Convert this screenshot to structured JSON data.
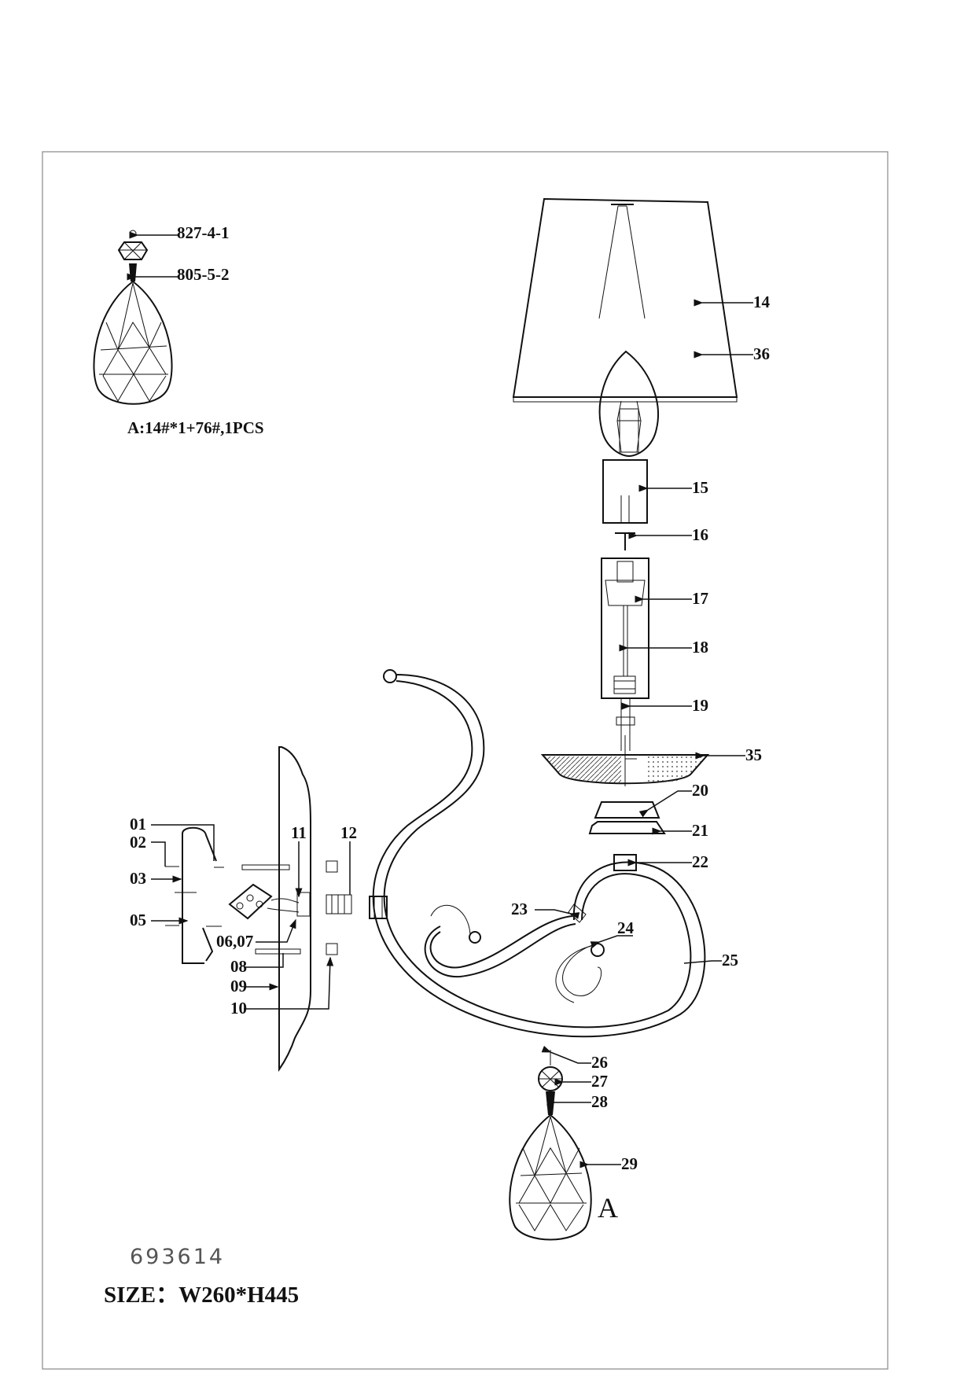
{
  "header": {
    "model_number": "693614"
  },
  "footer": {
    "size_label": "SIZE：",
    "size_value": "W260*H445"
  },
  "detail_a": {
    "part_top": "827-4-1",
    "part_bottom": "805-5-2",
    "note": "A:14#*1+76#,1PCS",
    "marker": "A"
  },
  "callouts": {
    "c01": "01",
    "c02": "02",
    "c03": "03",
    "c05": "05",
    "c0607": "06,07",
    "c08": "08",
    "c09": "09",
    "c10": "10",
    "c11": "11",
    "c12": "12",
    "c14": "14",
    "c15": "15",
    "c16": "16",
    "c17": "17",
    "c18": "18",
    "c19": "19",
    "c20": "20",
    "c21": "21",
    "c22": "22",
    "c23": "23",
    "c24": "24",
    "c25": "25",
    "c26": "26",
    "c27": "27",
    "c28": "28",
    "c29": "29",
    "c35": "35",
    "c36": "36"
  }
}
